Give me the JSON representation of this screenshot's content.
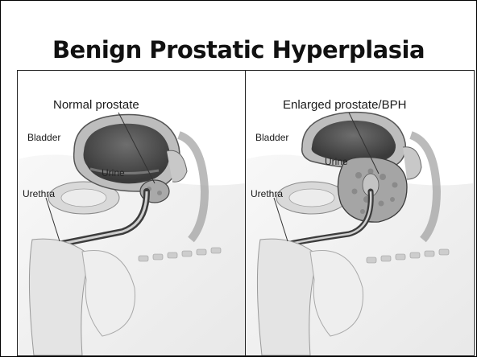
{
  "slide": {
    "title": "Benign Prostatic Hyperplasia"
  },
  "panels": [
    {
      "heading": "Normal prostate",
      "labels": {
        "bladder": "Bladder",
        "urine": "Urine",
        "urethra": "Urethra"
      }
    },
    {
      "heading": "Enlarged prostate/BPH",
      "labels": {
        "bladder": "Bladder",
        "urine": "Urine",
        "urethra": "Urethra"
      }
    }
  ]
}
